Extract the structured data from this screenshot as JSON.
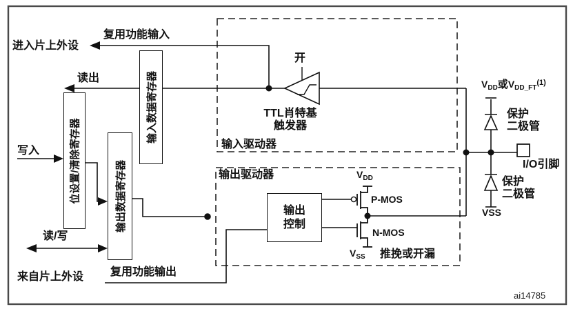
{
  "diagram": {
    "code": "ai14785",
    "labels": {
      "af_input": "复用功能输入",
      "to_peripheral": "进入片上外设",
      "read": "读出",
      "write": "写入",
      "read_write": "读/写",
      "from_peripheral": "来自片上外设",
      "af_output": "复用功能输出",
      "on_switch": "开",
      "ttl_line1": "TTL肖特基",
      "ttl_line2": "触发器",
      "input_driver": "输入驱动器",
      "output_driver": "输出驱动器",
      "push_pull_open_drain": "推挽或开漏",
      "protect_line1": "保护",
      "protect_line2": "二极管",
      "io_pin": "I/O引脚"
    },
    "registers": {
      "bit_set_reset": "位设置/清除寄存器",
      "output_data": "输出数据寄存器",
      "input_data": "输入数据寄存器"
    },
    "blocks": {
      "output_control_line1": "输出",
      "output_control_line2": "控制"
    },
    "transistors": {
      "pmos": "P-MOS",
      "nmos": "N-MOS"
    },
    "supplies": {
      "v": "V",
      "vdd_sub": "DD",
      "vss_sub": "SS",
      "or_word": "或",
      "vddft_sub": "DD_FT",
      "note_sup": "(1)",
      "vss_plain": "VSS"
    },
    "colors": {
      "line": "#111111",
      "border": "#4a4a4a",
      "background": "#ffffff"
    }
  }
}
